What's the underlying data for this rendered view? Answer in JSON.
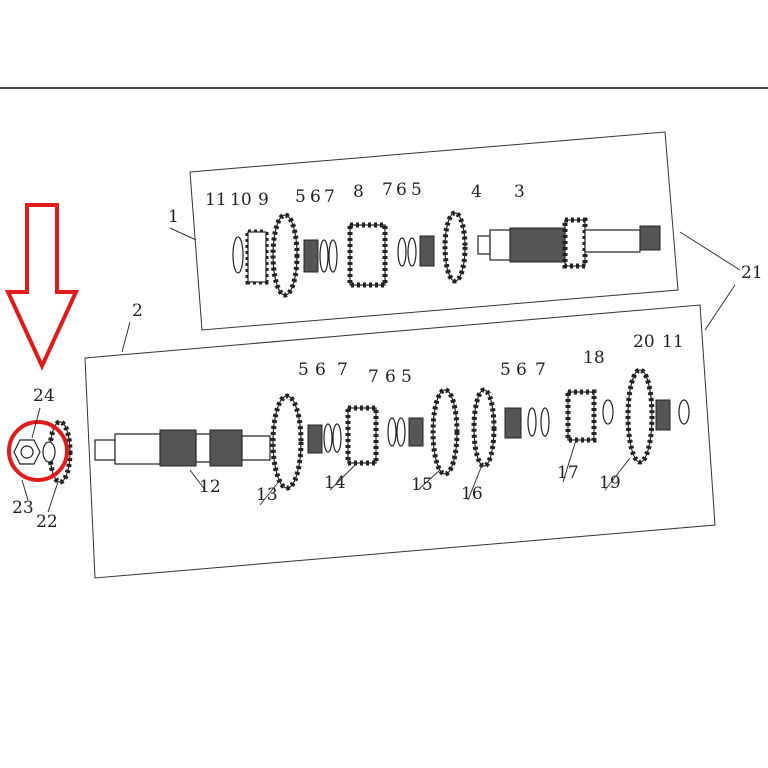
{
  "diagram": {
    "title": "Transmission shaft exploded parts diagram",
    "colors": {
      "highlight": "#e01b1b",
      "line": "#222222"
    },
    "upper_labels": [
      "1",
      "11",
      "10",
      "9",
      "5",
      "6",
      "7",
      "8",
      "7",
      "6",
      "5",
      "4",
      "3"
    ],
    "lower_labels": [
      "2",
      "5",
      "6",
      "7",
      "7",
      "6",
      "5",
      "5",
      "6",
      "7",
      "18",
      "20",
      "11",
      "12",
      "13",
      "14",
      "15",
      "16",
      "17",
      "19"
    ],
    "outside_labels": [
      "21",
      "24",
      "23",
      "22"
    ],
    "highlight": {
      "icon": "down-arrow-icon",
      "circled_part": "24"
    }
  }
}
